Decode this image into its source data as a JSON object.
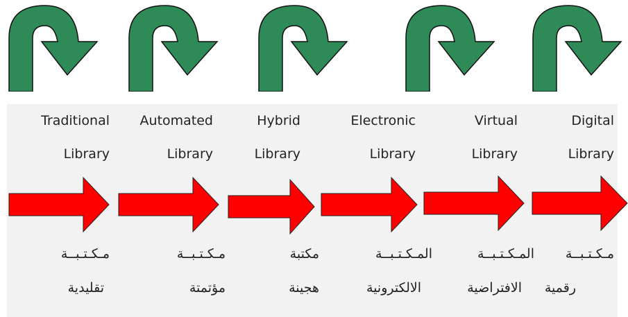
{
  "colors": {
    "green": "#2e8b57",
    "red": "#ff0000",
    "panel": "#f2f2f2"
  },
  "stages": [
    {
      "en1": "Traditional",
      "en2": "Library",
      "ar1": "مـكـتـبــة",
      "ar2": "تقليدية"
    },
    {
      "en1": "Automated",
      "en2": "Library",
      "ar1": "مـكـتـبــة",
      "ar2": "مؤتمتة"
    },
    {
      "en1": "Hybrid",
      "en2": "Library",
      "ar1": "مكتبة",
      "ar2": "هجينة"
    },
    {
      "en1": "Electronic",
      "en2": "Library",
      "ar1": "المـكـتـبــة",
      "ar2": "الالكترونية"
    },
    {
      "en1": "Virtual",
      "en2": "Library",
      "ar1": "المـكـتـبــة",
      "ar2": "الافتراضية"
    },
    {
      "en1": "Digital",
      "en2": "Library",
      "ar1": "مـكـتـبــة",
      "ar2": "رقمية"
    }
  ]
}
